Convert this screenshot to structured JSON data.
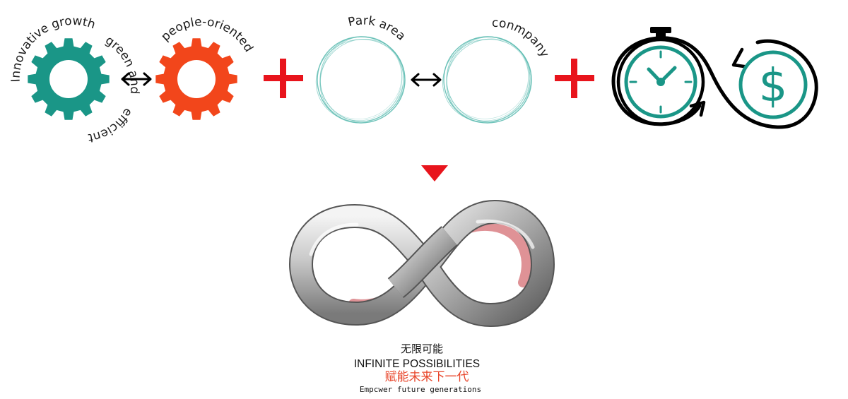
{
  "diagram": {
    "labels": {
      "gear_teal_top": "Innovative growth",
      "gear_teal_right": "green and",
      "gear_teal_bottom": "efficient",
      "gear_orange": "people-oriented",
      "ring_left": "Park area",
      "ring_right": "conmpany"
    },
    "caption": {
      "line1_cn": "无限可能",
      "line2_en": "INFINITE POSSIBILITIES",
      "line3_cn": "赋能未来下一代",
      "line4_en": "Empcwer future generations"
    },
    "icons": [
      "gear-icon",
      "double-arrow-icon",
      "plus-icon",
      "ring-icon",
      "stopwatch-icon",
      "dollar-icon",
      "down-triangle-icon",
      "infinity-icon"
    ],
    "colors": {
      "teal": "#1a9687",
      "orange": "#f2461b",
      "red": "#e8141c",
      "ring_teal": "#5fbdb3",
      "caption_red": "#e8452a"
    }
  }
}
